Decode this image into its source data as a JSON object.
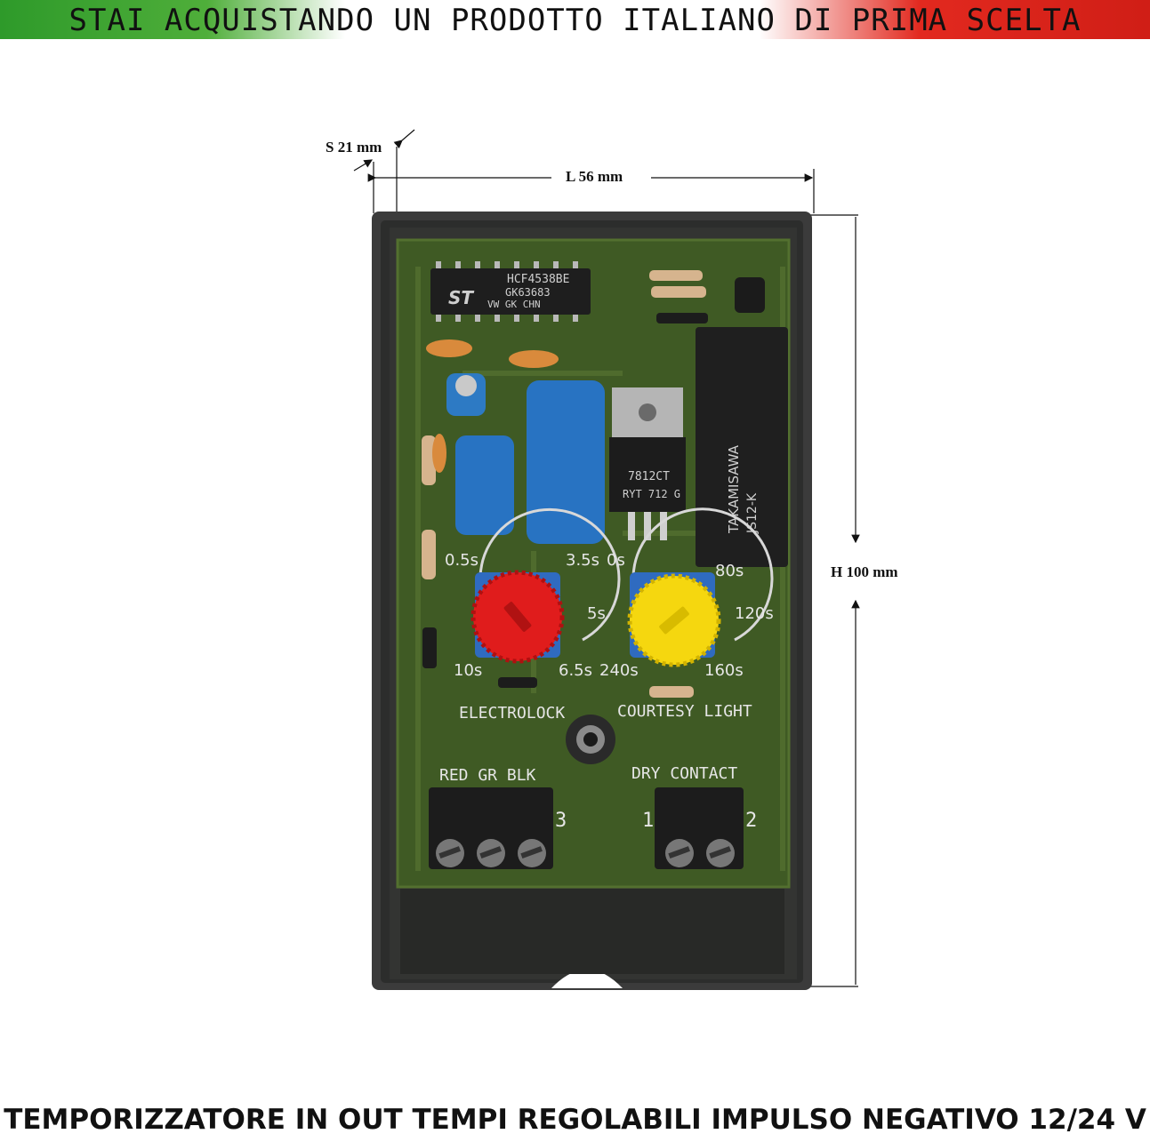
{
  "banner": {
    "text": "STAI ACQUISTANDO UN PRODOTTO ITALIANO DI PRIMA SCELTA"
  },
  "dimensions": {
    "thickness": "S 21 mm",
    "length": "L 56 mm",
    "height": "H 100 mm"
  },
  "board": {
    "chip_label": "HCF4538BE",
    "chip_sub": "GK63683",
    "chip_sub2": "VW GK   CHN",
    "regulator_label": "7812CT",
    "regulator_sub": "RYT 712 G",
    "relay_label": "JS12-K",
    "relay_brand": "TAKAMISAWA",
    "knob1_scale": [
      "0.5s",
      "3.5s",
      "5s",
      "6.5s",
      "10s"
    ],
    "knob2_scale": [
      "0s",
      "80s",
      "120s",
      "160s",
      "240s"
    ],
    "knob1_title": "ELECTROLOCK",
    "knob2_title": "COURTESY LIGHT",
    "term1_title": "RED GR BLK",
    "term2_title": "DRY CONTACT",
    "term1_num": "3",
    "term2_num1": "1",
    "term2_num2": "2"
  },
  "caption": {
    "text": "TEMPORIZZATORE IN OUT TEMPI REGOLABILI IMPULSO NEGATIVO 12/24 V"
  }
}
